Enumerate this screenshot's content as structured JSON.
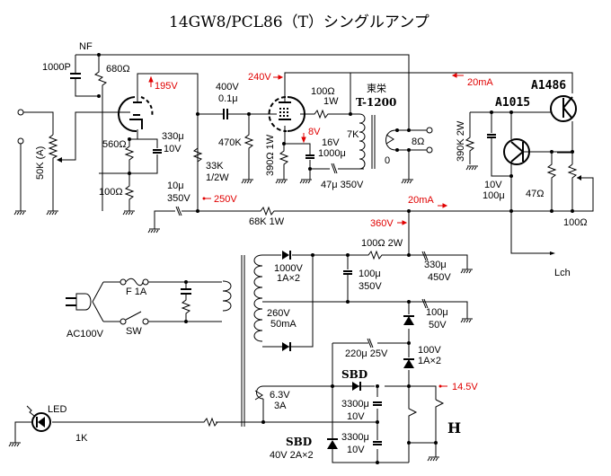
{
  "title": "14GW8/PCL86（T）シングルアンプ",
  "colors": {
    "wire": "#000000",
    "voltage_annotation": "#e00000",
    "background": "#ffffff"
  },
  "labels": {
    "nf": "NF",
    "c_1000p": "1000P",
    "r_680": "680Ω",
    "v_195": "195V",
    "c_coupling_v": "400V",
    "c_coupling_c": "0.1μ",
    "v_240": "240V",
    "r_100_1w_a": "100Ω",
    "r_100_1w_b": "1W",
    "ot_maker": "東栄",
    "ot_model": "T-1200",
    "i_20ma_top": "20mA",
    "tr_a1486": "A1486",
    "tr_a1015": "A1015",
    "pot_50k": "50K (A)",
    "r_560": "560Ω",
    "c_330u": "330μ",
    "c_330u_v": "10V",
    "r_100_cath": "100Ω",
    "r_470k": "470K",
    "r_33k_a": "33K",
    "r_33k_b": "1/2W",
    "r_390_1w": "390Ω 1W",
    "v_8": "8V",
    "c_1000u_v": "16V",
    "c_1000u": "1000μ",
    "ot_primary": "7K",
    "ot_secondary_8": "8Ω",
    "ot_secondary_0": "0",
    "c_47u": "47μ 350V",
    "r_390k_2w": "390K 2W",
    "c_100u_10v_a": "10V",
    "c_100u_10v_b": "100μ",
    "r_47": "47Ω",
    "vr_100": "100Ω",
    "c_10u": "10μ",
    "c_10u_v": "350V",
    "v_250": "250V",
    "r_68k": "68K 1W",
    "i_20ma_mid": "20mA",
    "v_360": "360V",
    "lch": "Lch",
    "r_100_2w": "100Ω 2W",
    "d_hv_a": "1000V",
    "d_hv_b": "1A×2",
    "c_100u_350": "100μ",
    "c_100u_350_v": "350V",
    "c_330u_450": "330μ",
    "c_330u_450_v": "450V",
    "pt_hv_a": "260V",
    "pt_hv_b": "50mA",
    "c_100u_50": "100μ",
    "c_100u_50_v": "50V",
    "fuse": "F 1A",
    "ac": "AC100V",
    "sw": "SW",
    "c_220u": "220μ 25V",
    "d_lv_a": "100V",
    "d_lv_b": "1A×2",
    "sbd_top": "SBD",
    "v_14_5": "14.5V",
    "pt_heater_a": "6.3V",
    "pt_heater_b": "3A",
    "led": "LED",
    "r_1k": "1K",
    "c_3300u_a": "3300μ",
    "c_3300u_a_v": "10V",
    "c_3300u_b": "3300μ",
    "c_3300u_b_v": "10V",
    "sbd_bottom": "SBD",
    "sbd_rating": "40V 2A×2",
    "heater": "H"
  }
}
